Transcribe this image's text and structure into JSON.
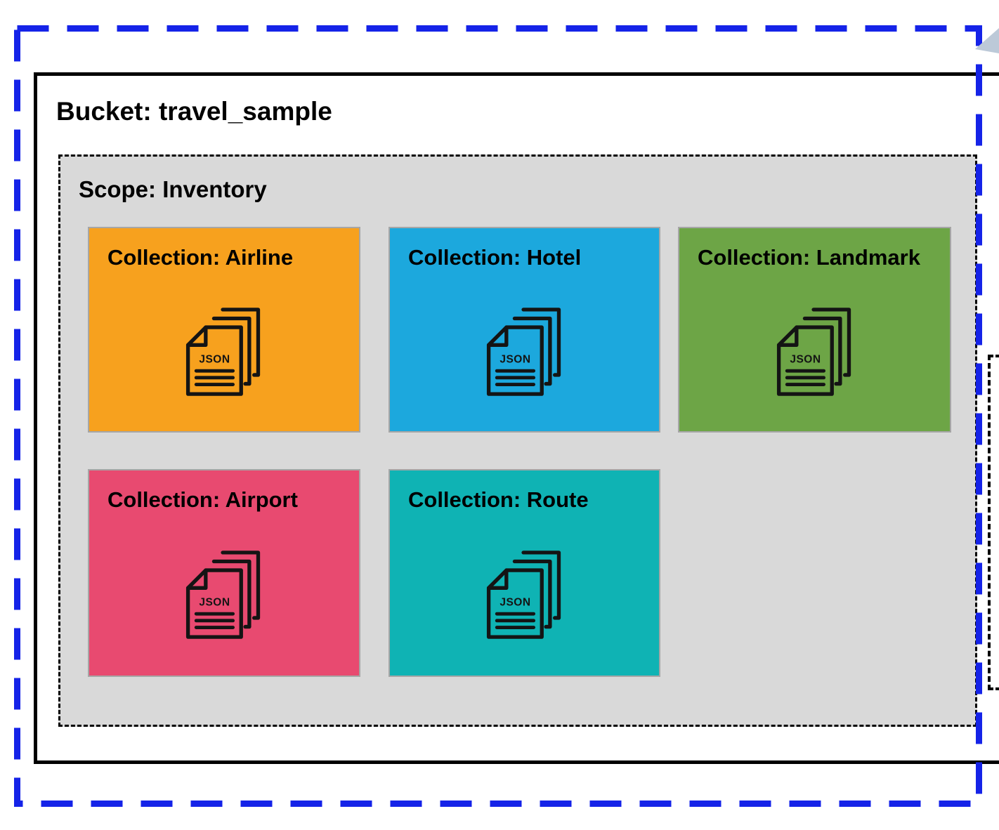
{
  "bucket": {
    "title": "Bucket: travel_sample"
  },
  "scope": {
    "title": "Scope: Inventory",
    "collections": [
      {
        "id": "airline",
        "label": "Collection: Airline",
        "color": "#F7A11E"
      },
      {
        "id": "hotel",
        "label": "Collection: Hotel",
        "color": "#1CA8DD"
      },
      {
        "id": "landmark",
        "label": "Collection: Landmark",
        "color": "#6DA546"
      },
      {
        "id": "airport",
        "label": "Collection: Airport",
        "color": "#E84A70"
      },
      {
        "id": "route",
        "label": "Collection: Route",
        "color": "#0FB3B4"
      }
    ]
  },
  "icon": {
    "label": "JSON"
  },
  "colors": {
    "outer_border": "#1523e8",
    "bucket_border": "#000000",
    "scope_bg": "#d9d9d9",
    "scope_border": "#000000",
    "collection_border": "#a6a6a6",
    "corner_arrow": "#bcc9d8"
  }
}
